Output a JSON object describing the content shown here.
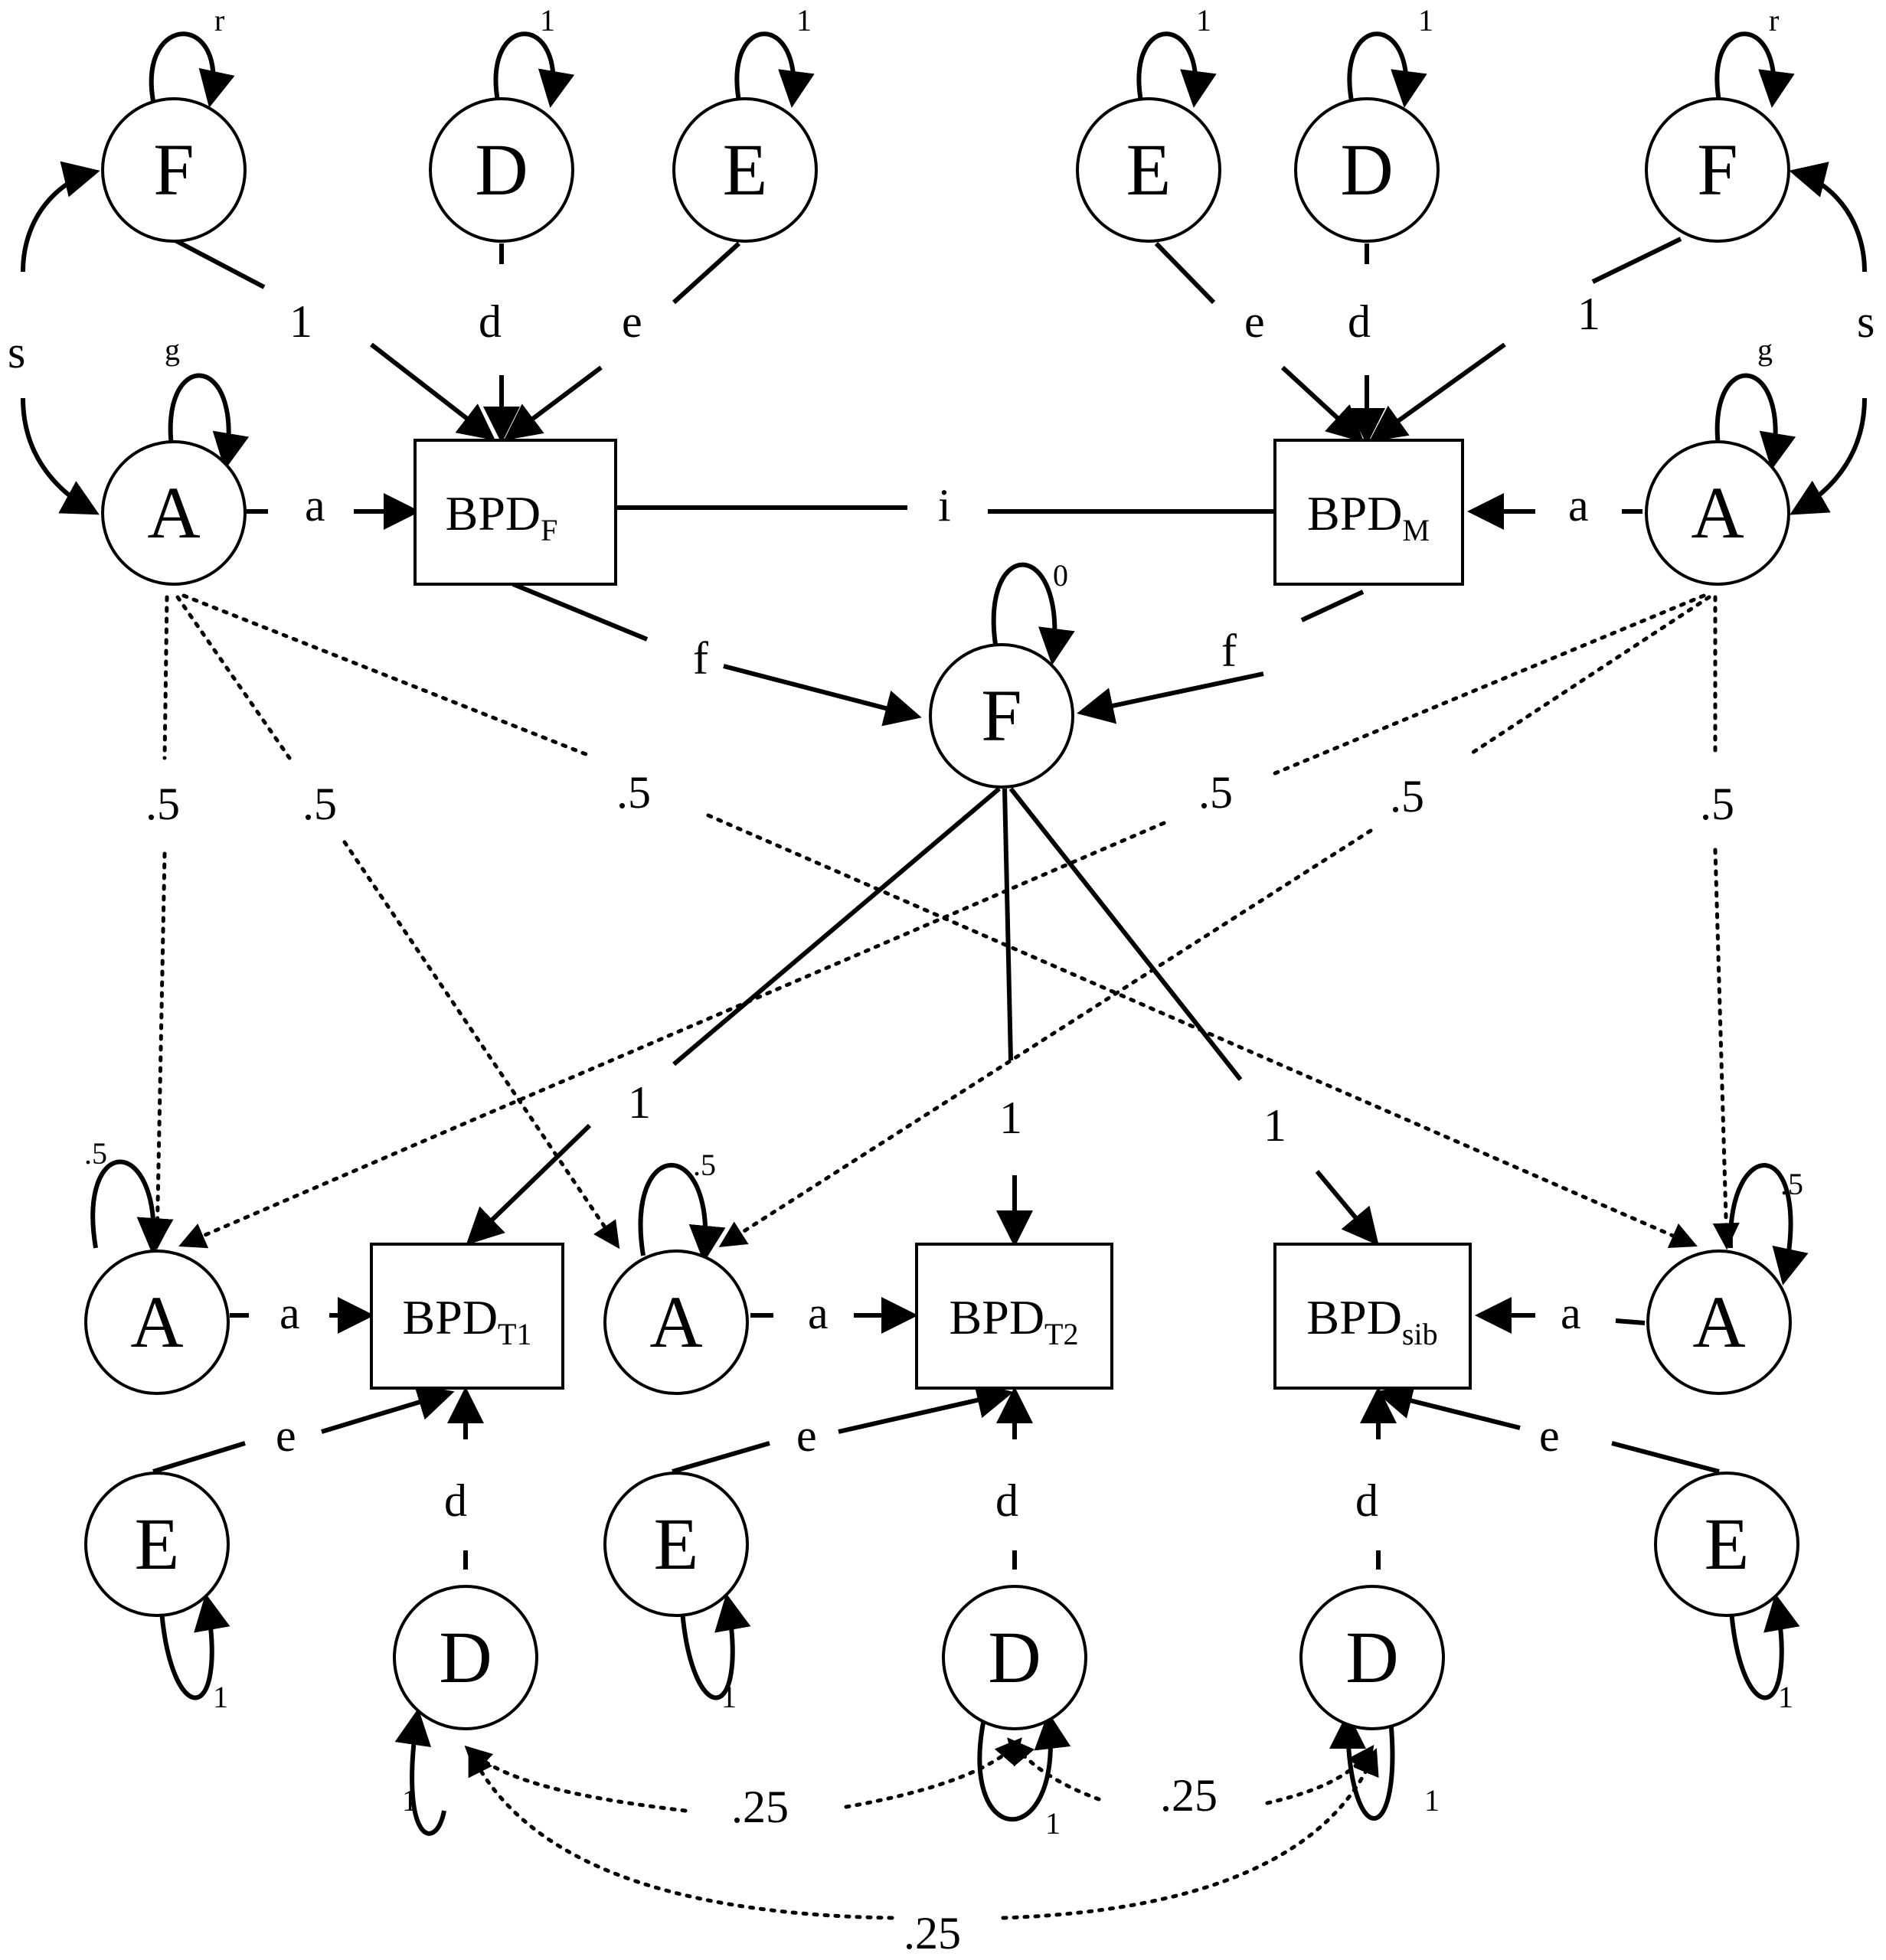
{
  "nodes": {
    "F_left": {
      "label": "F"
    },
    "D_top_l": {
      "label": "D"
    },
    "E_top_l": {
      "label": "E"
    },
    "E_top_r": {
      "label": "E"
    },
    "D_top_r": {
      "label": "D"
    },
    "F_right": {
      "label": "F"
    },
    "A_left": {
      "label": "A"
    },
    "A_right": {
      "label": "A"
    },
    "BPD_F": {
      "label": "BPD",
      "sub": "F"
    },
    "BPD_M": {
      "label": "BPD",
      "sub": "M"
    },
    "F_center": {
      "label": "F"
    },
    "A_t1": {
      "label": "A"
    },
    "A_t2": {
      "label": "A"
    },
    "A_sib": {
      "label": "A"
    },
    "BPD_T1": {
      "label": "BPD",
      "sub": "T1"
    },
    "BPD_T2": {
      "label": "BPD",
      "sub": "T2"
    },
    "BPD_sib": {
      "label": "BPD",
      "sub": "sib"
    },
    "E_bot_1": {
      "label": "E"
    },
    "E_bot_2": {
      "label": "E"
    },
    "E_bot_3": {
      "label": "E"
    },
    "D_bot_1": {
      "label": "D"
    },
    "D_bot_2": {
      "label": "D"
    },
    "D_bot_3": {
      "label": "D"
    }
  },
  "labels": {
    "r_left": "r",
    "one_Dtl": "1",
    "one_Etl": "1",
    "one_Etr": "1",
    "one_Dtr": "1",
    "r_right": "r",
    "s_left": "s",
    "s_right": "s",
    "g_left": "g",
    "g_right": "g",
    "one_FtoBPDF": "1",
    "d_tl": "d",
    "e_tl": "e",
    "e_tr": "e",
    "d_tr": "d",
    "one_FtoBPDM": "1",
    "a_left": "a",
    "i": "i",
    "a_right": "a",
    "zero_center": "0",
    "f_left": "f",
    "f_right": "f",
    "half_1": ".5",
    "half_2": ".5",
    "half_3": ".5",
    "half_4": ".5",
    "half_5": ".5",
    "half_6": ".5",
    "one_T1": "1",
    "one_T2": "1",
    "one_sib": "1",
    "var_A1": ".5",
    "var_A2": ".5",
    "var_A3": ".5",
    "a_t1": "a",
    "a_t2": "a",
    "a_sib": "a",
    "e_t1": "e",
    "e_t2": "e",
    "e_sib": "e",
    "d_t1": "d",
    "d_t2": "d",
    "d_sib": "d",
    "one_E1": "1",
    "one_E2": "1",
    "one_E3": "1",
    "one_D1": "1",
    "one_D2": "1",
    "one_D3": "1",
    "cov_12": ".25",
    "cov_23": ".25",
    "cov_13": ".25"
  }
}
